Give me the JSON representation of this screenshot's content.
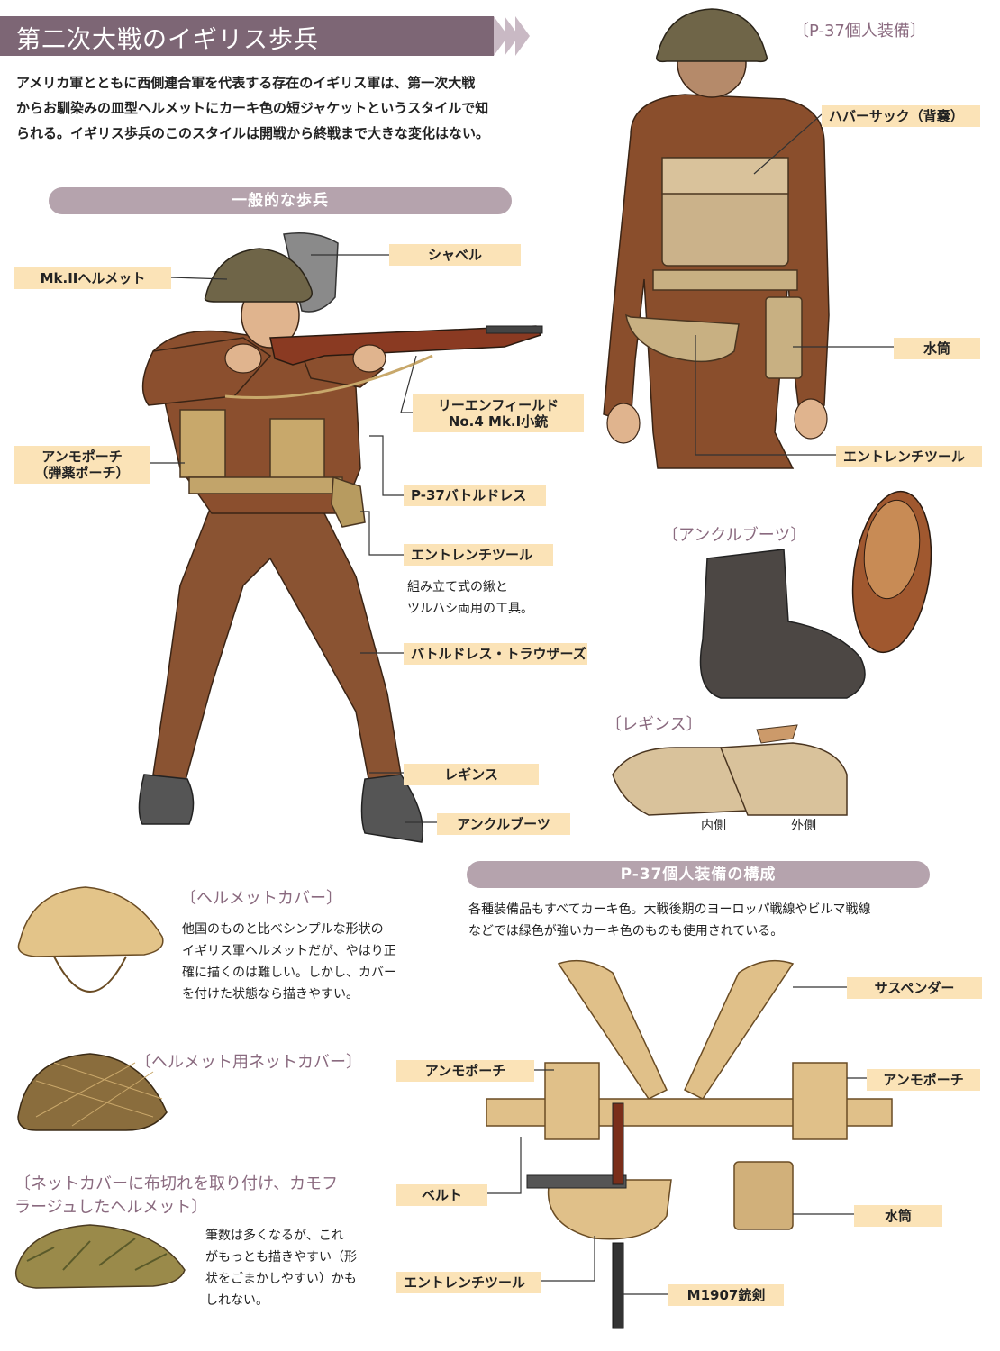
{
  "header": {
    "title": "第二次大戦のイギリス歩兵"
  },
  "intro": {
    "lines": [
      "アメリカ軍とともに西側連合軍を代表する存在のイギリス軍は、第一次大戦",
      "からお馴染みの皿型ヘルメットにカーキ色の短ジャケットというスタイルで知",
      "られる。イギリス歩兵のこのスタイルは開戦から終戦まで大きな変化はない。"
    ]
  },
  "soldier": {
    "section_title": "一般的な歩兵",
    "labels": {
      "helmet": "Mk.IIヘルメット",
      "shovel": "シャベル",
      "rifle_line1": "リーエンフィールド",
      "rifle_line2": "No.4 Mk.I小銃",
      "ammo_line1": "アンモポーチ",
      "ammo_line2": "（弾薬ポーチ）",
      "battledress": "P-37バトルドレス",
      "entrench": "エントレンチツール",
      "trousers": "バトルドレス・トラウザーズ",
      "leggings": "レギンス",
      "boots": "アンクルブーツ"
    },
    "entrench_note": [
      "組み立て式の鍬と",
      "ツルハシ両用の工具。"
    ]
  },
  "back_view": {
    "title": "〔P-37個人装備〕",
    "labels": {
      "haversack": "ハバーサック（背嚢）",
      "canteen": "水筒",
      "entrench": "エントレンチツール"
    }
  },
  "ankle_boots": {
    "title": "〔アンクルブーツ〕"
  },
  "leggings": {
    "title": "〔レギンス〕",
    "inside": "内側",
    "outside": "外側"
  },
  "helmet_cover": {
    "title": "〔ヘルメットカバー〕",
    "note": [
      "他国のものと比べシンプルな形状の",
      "イギリス軍ヘルメットだが、やはり正",
      "確に描くのは難しい。しかし、カバー",
      "を付けた状態なら描きやすい。"
    ]
  },
  "net_cover": {
    "title": "〔ヘルメット用ネットカバー〕"
  },
  "camo": {
    "title_line1": "〔ネットカバーに布切れを取り付け、カモフ",
    "title_line2": "ラージュしたヘルメット〕",
    "note": [
      "筆数は多くなるが、これ",
      "がもっとも描きやすい（形",
      "状をごまかしやすい）かも",
      "しれない。"
    ]
  },
  "p37": {
    "section_title": "P-37個人装備の構成",
    "intro": [
      "各種装備品もすべてカーキ色。大戦後期のヨーロッパ戦線やビルマ戦線",
      "などでは緑色が強いカーキ色のものも使用されている。"
    ],
    "labels": {
      "suspender": "サスペンダー",
      "ammo_left": "アンモポーチ",
      "ammo_right": "アンモポーチ",
      "belt": "ベルト",
      "canteen": "水筒",
      "entrench": "エントレンチツール",
      "bayonet": "M1907銃剣"
    }
  }
}
